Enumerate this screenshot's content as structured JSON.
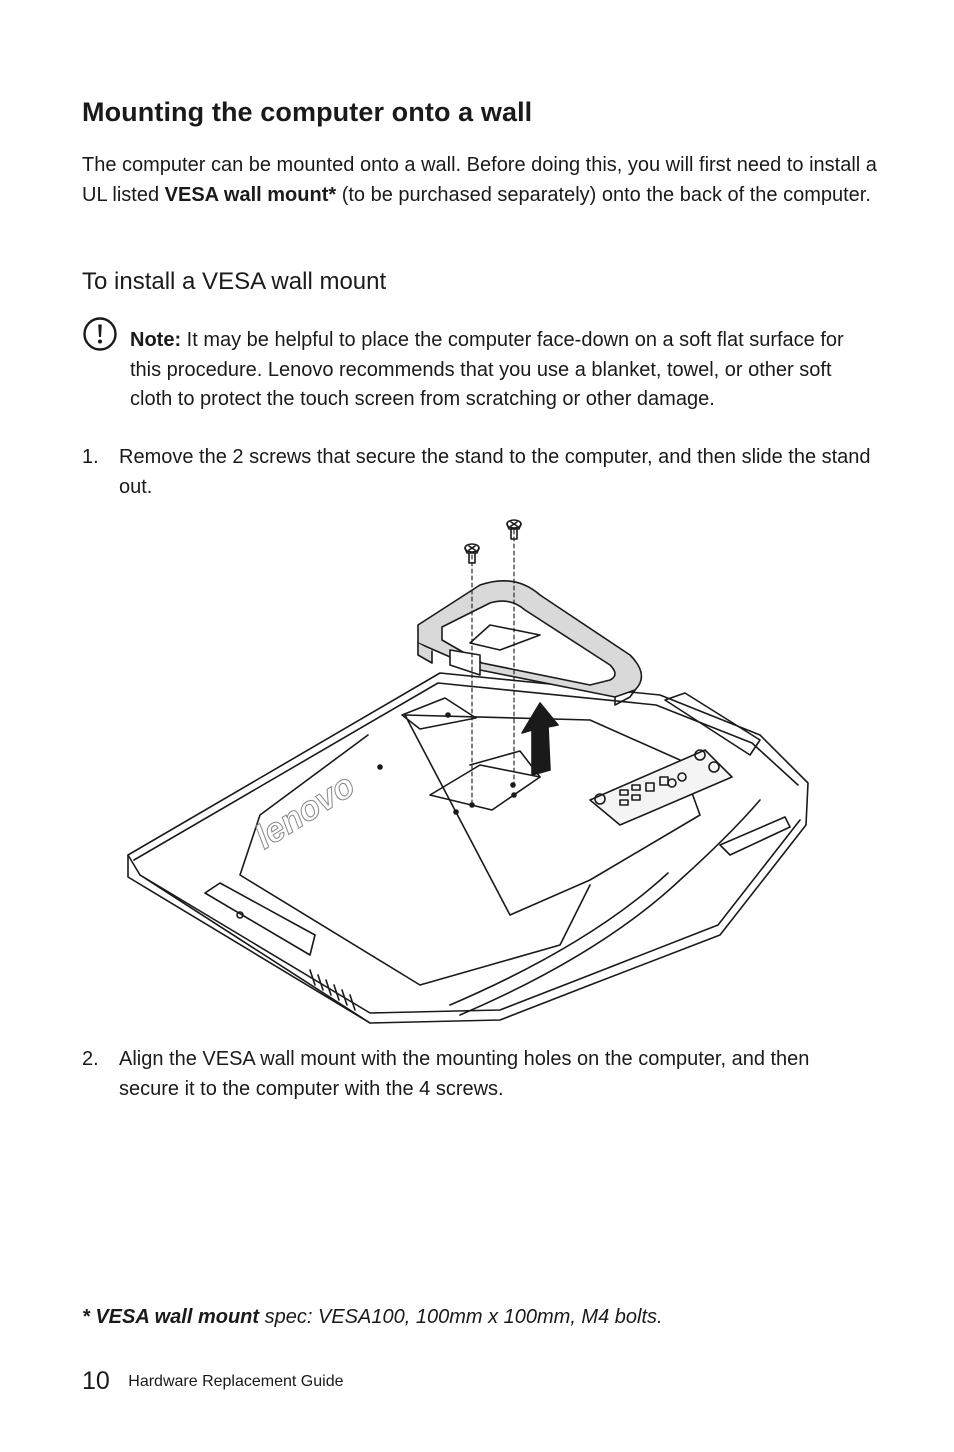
{
  "title": "Mounting the computer onto a wall",
  "intro": {
    "before": "The computer can be mounted onto a wall. Before doing this, you will first need to install a UL listed ",
    "bold": "VESA wall mount*",
    "after": " (to be purchased separately) onto the back of the computer."
  },
  "subtitle": "To install a VESA wall mount",
  "note": {
    "label": "Note:",
    "text": " It may be helpful to place the computer face-down on a soft flat surface for this procedure. Lenovo recommends that you use a blanket, towel, or other soft cloth to protect the touch screen from scratching or other damage.",
    "icon": "exclamation-circle-icon"
  },
  "steps": [
    {
      "num": "1.",
      "text": "Remove the 2 screws that secure the stand to the computer, and then slide the stand out."
    },
    {
      "num": "2.",
      "text": "Align the VESA wall mount with the mounting holes on the computer, and then secure it to the computer with the 4 screws."
    }
  ],
  "figure": {
    "logo_text": "lenovo"
  },
  "footnote": {
    "bold": "* VESA wall mount",
    "rest": " spec: VESA100, 100mm x 100mm, M4 bolts."
  },
  "footer": {
    "page_number": "10",
    "doc_title": "Hardware Replacement Guide"
  }
}
